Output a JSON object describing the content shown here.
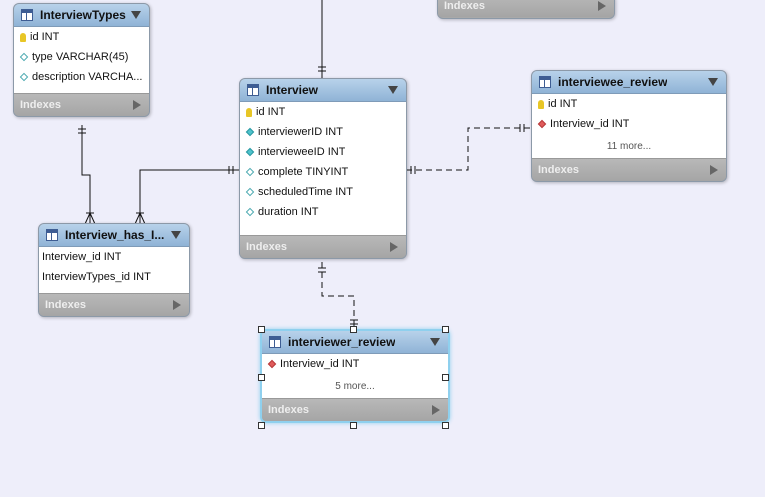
{
  "tables": {
    "interview_types": {
      "title": "InterviewTypes",
      "columns": [
        {
          "label": "id INT",
          "icon": "key"
        },
        {
          "label": "type VARCHAR(45)",
          "icon": "open-diamond"
        },
        {
          "label": "description VARCHA...",
          "icon": "open-diamond"
        }
      ],
      "indexes_label": "Indexes"
    },
    "interview": {
      "title": "Interview",
      "columns": [
        {
          "label": "id INT",
          "icon": "key"
        },
        {
          "label": "interviewerID INT",
          "icon": "filled-diamond"
        },
        {
          "label": "intervieweeID INT",
          "icon": "filled-diamond"
        },
        {
          "label": "complete TINYINT",
          "icon": "open-diamond"
        },
        {
          "label": "scheduledTime INT",
          "icon": "open-diamond"
        },
        {
          "label": "duration INT",
          "icon": "open-diamond"
        }
      ],
      "indexes_label": "Indexes"
    },
    "interviewee_review": {
      "title": "interviewee_review",
      "columns": [
        {
          "label": "id INT",
          "icon": "key"
        },
        {
          "label": "Interview_id INT",
          "icon": "foreign-key-diamond"
        }
      ],
      "more": "11 more...",
      "indexes_label": "Indexes"
    },
    "interview_has_interview_types": {
      "title": "Interview_has_I...",
      "columns": [
        {
          "label": "Interview_id INT",
          "icon": "none"
        },
        {
          "label": "InterviewTypes_id INT",
          "icon": "none"
        }
      ],
      "indexes_label": "Indexes"
    },
    "interviewer_review": {
      "title": "interviewer_review",
      "columns": [
        {
          "label": "Interview_id INT",
          "icon": "foreign-key-diamond"
        }
      ],
      "more": "5 more...",
      "indexes_label": "Indexes",
      "selected": true
    },
    "top_partial": {
      "indexes_label": "Indexes"
    }
  },
  "colors": {
    "canvas_background": "#eeeefa",
    "header_gradient_top": "#b8d2ea",
    "header_gradient_bottom": "#8fb3d6",
    "indexes_bar": "#a9a9a9",
    "selection_glow": "#8fd0ee",
    "primary_key": "#e8c626",
    "foreign_key": "#e05a5a",
    "not_null_column": "#4fc2cc"
  }
}
